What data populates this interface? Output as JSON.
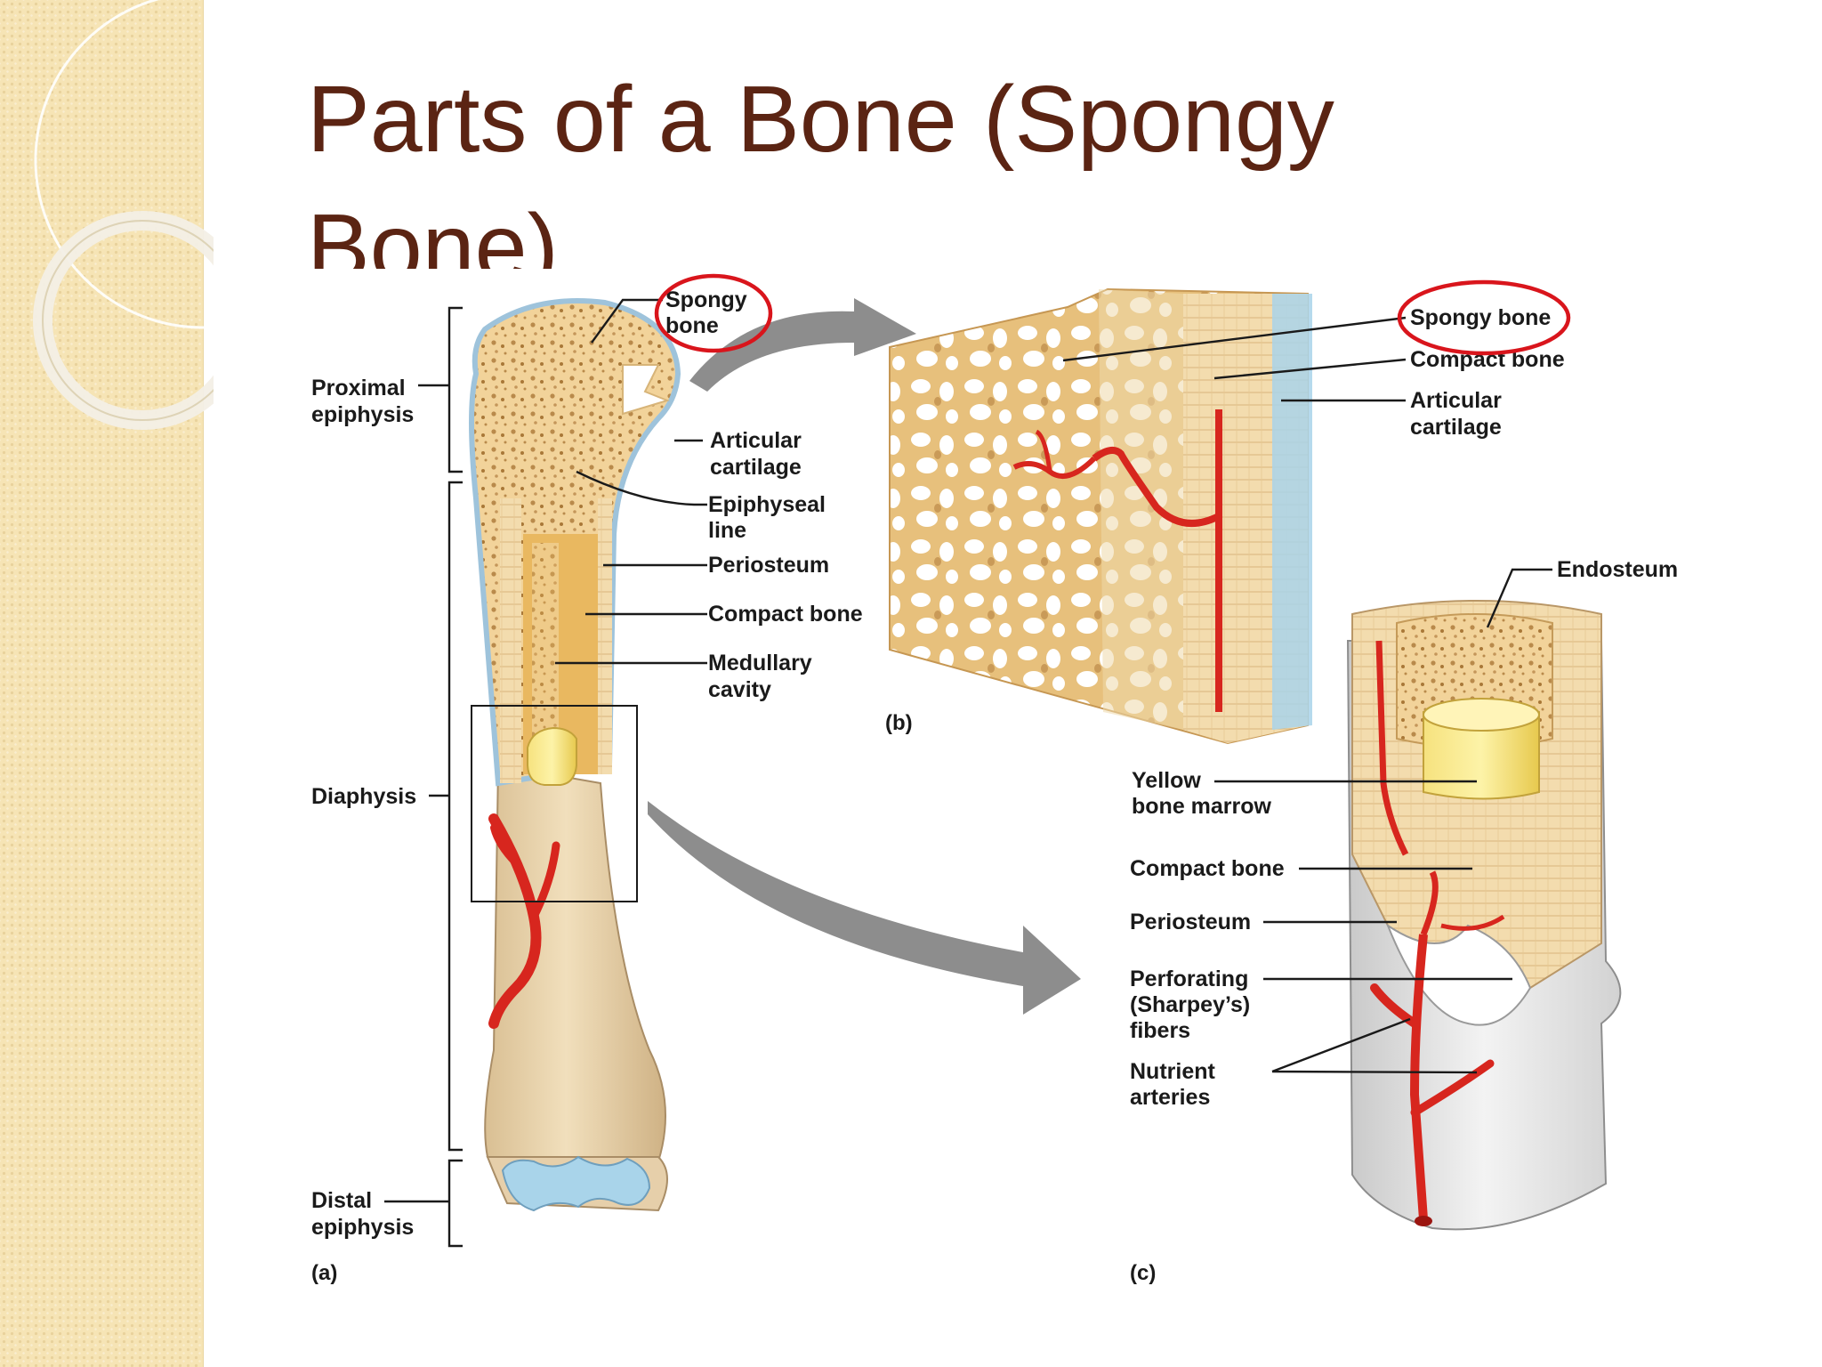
{
  "slide": {
    "title": "Parts of a Bone (Spongy Bone)"
  },
  "colors": {
    "title": "#5b2413",
    "sidebar": "#f6e4b5",
    "bone": "#f0d49a",
    "cartilage": "#a9d4ea",
    "artery": "#d7261e",
    "highlight_ring": "#d9151c"
  },
  "figure": {
    "panel_a": {
      "panel_label": "(a)",
      "brackets": {
        "proximal": [
          "Proximal",
          "epiphysis"
        ],
        "diaphysis": "Diaphysis",
        "distal": [
          "Distal",
          "epiphysis"
        ]
      },
      "labels": {
        "spongy_bone": [
          "Spongy",
          "bone"
        ],
        "articular_cartilage": [
          "Articular",
          "cartilage"
        ],
        "epiphyseal_line": [
          "Epiphyseal",
          "line"
        ],
        "periosteum": "Periosteum",
        "compact_bone": "Compact bone",
        "medullary_cavity": [
          "Medullary",
          "cavity"
        ]
      }
    },
    "panel_b": {
      "panel_label": "(b)",
      "labels": {
        "spongy_bone": "Spongy bone",
        "compact_bone": "Compact bone",
        "articular_cartilage": [
          "Articular",
          "cartilage"
        ]
      }
    },
    "panel_c": {
      "panel_label": "(c)",
      "labels": {
        "endosteum": "Endosteum",
        "yellow_bone_marrow": [
          "Yellow",
          "bone marrow"
        ],
        "compact_bone": "Compact bone",
        "periosteum": "Periosteum",
        "perforating_fibers": [
          "Perforating",
          "(Sharpey’s)",
          "fibers"
        ],
        "nutrient_arteries": [
          "Nutrient",
          "arteries"
        ]
      }
    },
    "highlights": [
      "Spongy bone (a)",
      "Spongy bone (b)"
    ]
  }
}
